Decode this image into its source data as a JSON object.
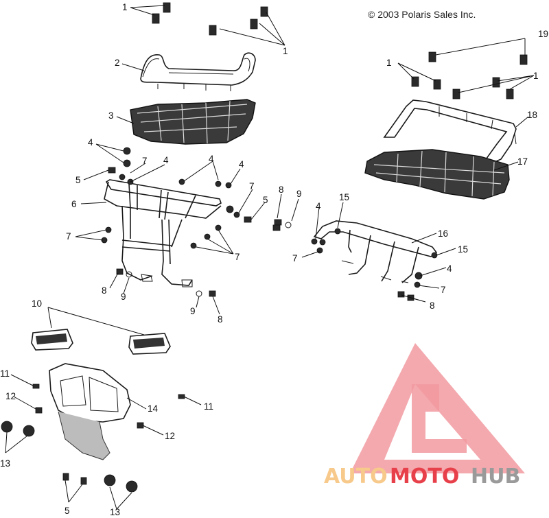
{
  "copyright": "© 2003 Polaris Sales Inc.",
  "callouts": [
    {
      "id": "c1a",
      "label": "1"
    },
    {
      "id": "c1b",
      "label": "1"
    },
    {
      "id": "c1c",
      "label": "1"
    },
    {
      "id": "c1d",
      "label": "1"
    },
    {
      "id": "c2",
      "label": "2"
    },
    {
      "id": "c3",
      "label": "3"
    },
    {
      "id": "c4a",
      "label": "4"
    },
    {
      "id": "c4b",
      "label": "4"
    },
    {
      "id": "c4c",
      "label": "4"
    },
    {
      "id": "c4d",
      "label": "4"
    },
    {
      "id": "c4e",
      "label": "4"
    },
    {
      "id": "c4f",
      "label": "4"
    },
    {
      "id": "c5a",
      "label": "5"
    },
    {
      "id": "c5b",
      "label": "5"
    },
    {
      "id": "c5c",
      "label": "5"
    },
    {
      "id": "c6",
      "label": "6"
    },
    {
      "id": "c7a",
      "label": "7"
    },
    {
      "id": "c7b",
      "label": "7"
    },
    {
      "id": "c7c",
      "label": "7"
    },
    {
      "id": "c7d",
      "label": "7"
    },
    {
      "id": "c7e",
      "label": "7"
    },
    {
      "id": "c7f",
      "label": "7"
    },
    {
      "id": "c8a",
      "label": "8"
    },
    {
      "id": "c8b",
      "label": "8"
    },
    {
      "id": "c8c",
      "label": "8"
    },
    {
      "id": "c8d",
      "label": "8"
    },
    {
      "id": "c9a",
      "label": "9"
    },
    {
      "id": "c9b",
      "label": "9"
    },
    {
      "id": "c9c",
      "label": "9"
    },
    {
      "id": "c10",
      "label": "10"
    },
    {
      "id": "c11a",
      "label": "11"
    },
    {
      "id": "c11b",
      "label": "11"
    },
    {
      "id": "c12a",
      "label": "12"
    },
    {
      "id": "c12b",
      "label": "12"
    },
    {
      "id": "c13a",
      "label": "13"
    },
    {
      "id": "c13b",
      "label": "13"
    },
    {
      "id": "c14",
      "label": "14"
    },
    {
      "id": "c15a",
      "label": "15"
    },
    {
      "id": "c15b",
      "label": "15"
    },
    {
      "id": "c16",
      "label": "16"
    },
    {
      "id": "c17",
      "label": "17"
    },
    {
      "id": "c18",
      "label": "18"
    },
    {
      "id": "c19",
      "label": "19"
    }
  ],
  "watermark": {
    "part1": "AUTO",
    "part2": "MOTO",
    "part3": "HUB",
    "color_light": "#f7c98a",
    "color_red": "#e8404a",
    "color_gray": "#9a9a9a"
  }
}
